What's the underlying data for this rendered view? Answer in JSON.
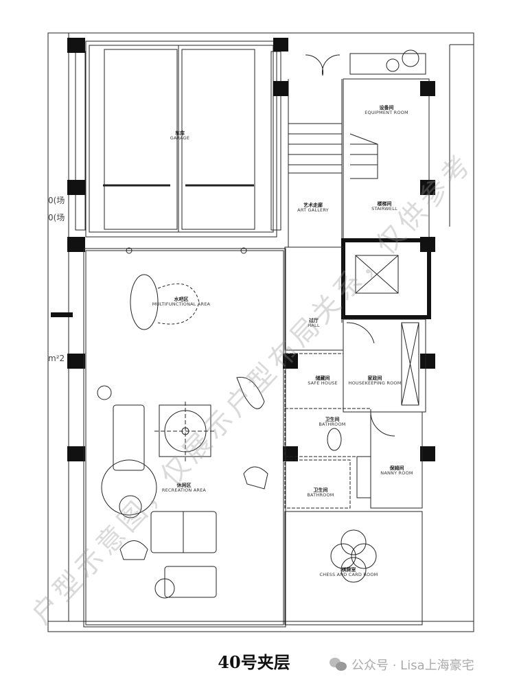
{
  "rooms": [
    {
      "cn": "车库",
      "en": "GARAGE"
    },
    {
      "cn": "设备间",
      "en": "EQUIPMENT ROOM"
    },
    {
      "cn": "艺术走廊",
      "en": "ART GALLERY"
    },
    {
      "cn": "楼梯间",
      "en": "STAIRWELL"
    },
    {
      "cn": "水吧区",
      "en": "MULTIFUNCTIONAL AREA"
    },
    {
      "cn": "过厅",
      "en": "HALL"
    },
    {
      "cn": "储藏间",
      "en": "SAFE HOUSE"
    },
    {
      "cn": "家政间",
      "en": "HOUSEKEEPING ROOM"
    },
    {
      "cn": "卫生间",
      "en": "BATHROOM"
    },
    {
      "cn": "保姆间",
      "en": "NANNY ROOM"
    },
    {
      "cn": "休闲区",
      "en": "RECREATION AREA"
    },
    {
      "cn": "卫生间",
      "en": "BATHROOM"
    },
    {
      "cn": "棋牌室",
      "en": "CHESS AND CARD ROOM"
    }
  ],
  "side_fragments": [
    "0(场",
    "0(场",
    "m²2"
  ],
  "watermark": "户型示意图，仅展示户型布局关系，仅供参考",
  "title": "40号夹层",
  "footer": "公众号 · Lisa上海豪宅"
}
